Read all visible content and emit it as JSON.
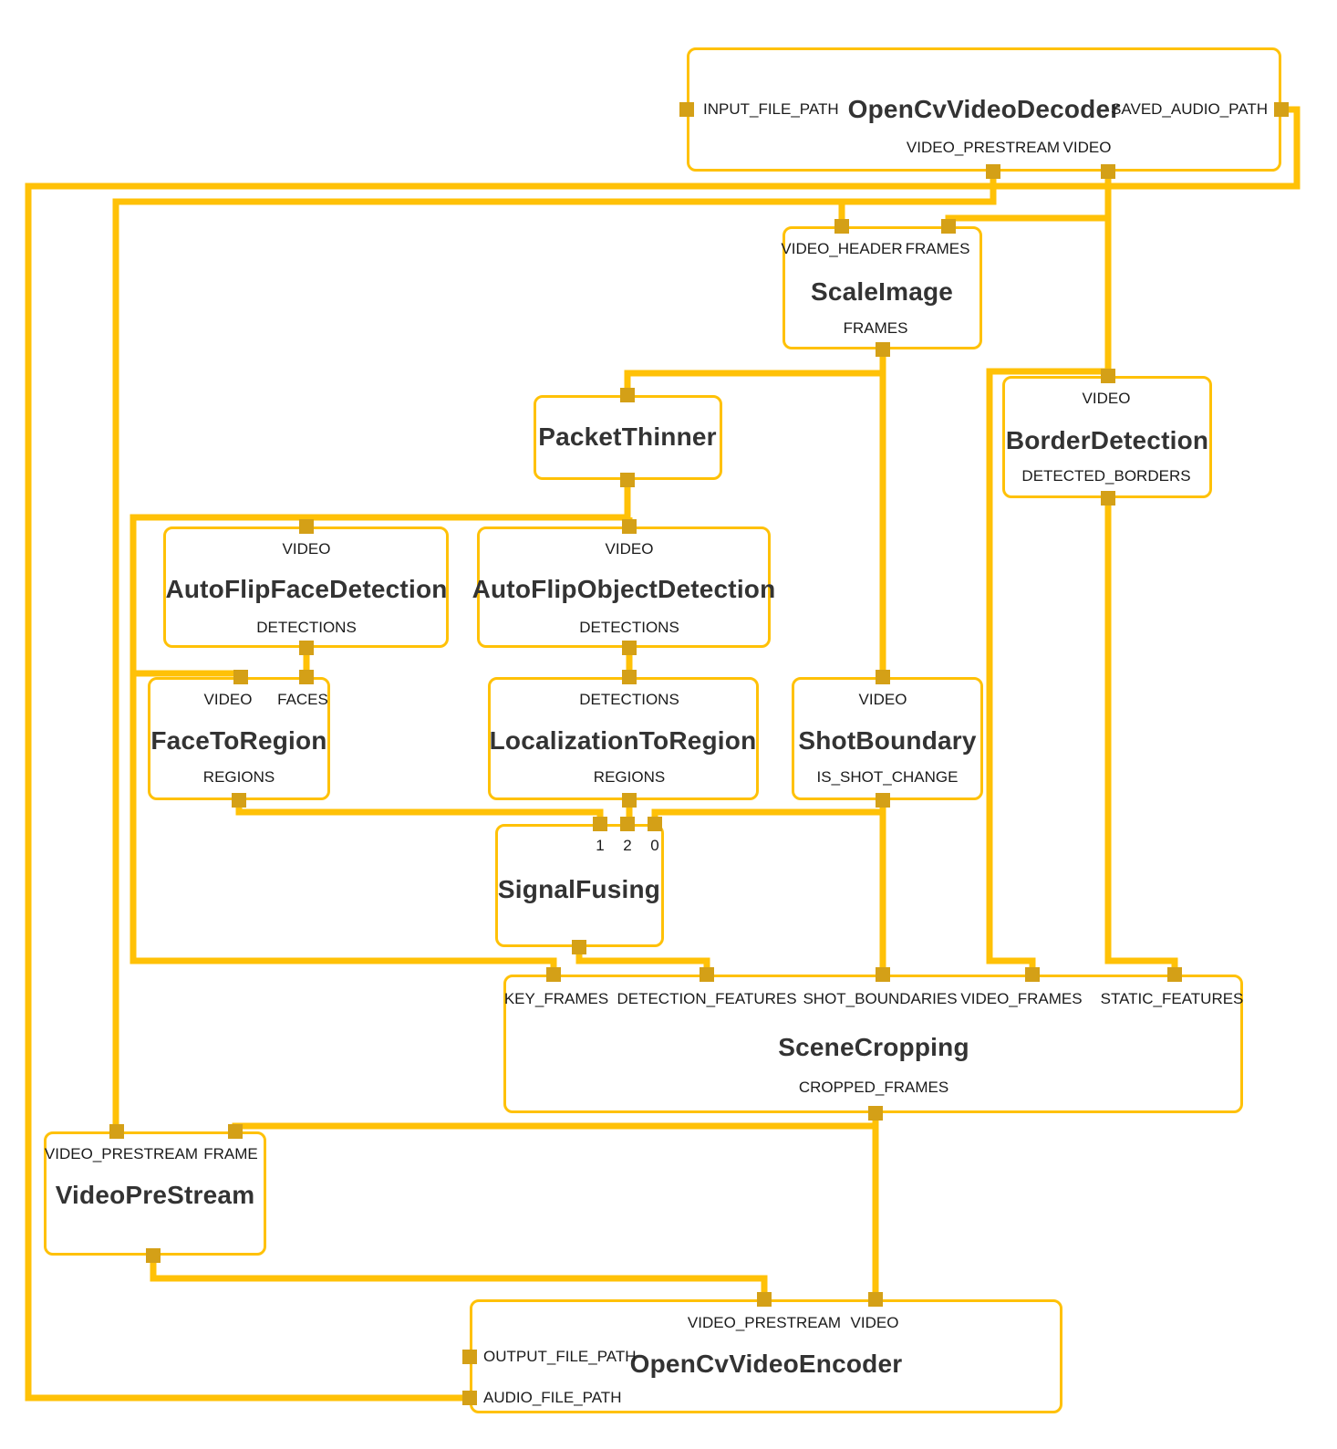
{
  "colors": {
    "edge": "#FFC107",
    "port": "#D4A017",
    "border": "#FFC107",
    "title": "#333333",
    "label": "#1b1b1b",
    "background": "#ffffff"
  },
  "graph": {
    "nodes": {
      "decoder": {
        "title": "OpenCvVideoDecoder",
        "ports": {
          "input_file_path": "INPUT_FILE_PATH",
          "saved_audio_path": "SAVED_AUDIO_PATH",
          "video_prestream": "VIDEO_PRESTREAM",
          "video": "VIDEO"
        }
      },
      "scale_image": {
        "title": "ScaleImage",
        "ports": {
          "video_header": "VIDEO_HEADER",
          "frames_in": "FRAMES",
          "frames_out": "FRAMES"
        }
      },
      "border_detection": {
        "title": "BorderDetection",
        "ports": {
          "video": "VIDEO",
          "detected_borders": "DETECTED_BORDERS"
        }
      },
      "packet_thinner": {
        "title": "PacketThinner",
        "ports": {}
      },
      "face_detection": {
        "title": "AutoFlipFaceDetection",
        "ports": {
          "video": "VIDEO",
          "detections": "DETECTIONS"
        }
      },
      "object_detection": {
        "title": "AutoFlipObjectDetection",
        "ports": {
          "video": "VIDEO",
          "detections": "DETECTIONS"
        }
      },
      "face_to_region": {
        "title": "FaceToRegion",
        "ports": {
          "video": "VIDEO",
          "faces": "FACES",
          "regions": "REGIONS"
        }
      },
      "localization_to_region": {
        "title": "LocalizationToRegion",
        "ports": {
          "detections": "DETECTIONS",
          "regions": "REGIONS"
        }
      },
      "shot_boundary": {
        "title": "ShotBoundary",
        "ports": {
          "video": "VIDEO",
          "is_shot_change": "IS_SHOT_CHANGE"
        }
      },
      "signal_fusing": {
        "title": "SignalFusing",
        "ports": {
          "in1": "1",
          "in2": "2",
          "in0": "0"
        }
      },
      "scene_cropping": {
        "title": "SceneCropping",
        "ports": {
          "key_frames": "KEY_FRAMES",
          "detection_features": "DETECTION_FEATURES",
          "shot_boundaries": "SHOT_BOUNDARIES",
          "video_frames": "VIDEO_FRAMES",
          "static_features": "STATIC_FEATURES",
          "cropped_frames": "CROPPED_FRAMES"
        }
      },
      "video_pre_stream": {
        "title": "VideoPreStream",
        "ports": {
          "video_prestream": "VIDEO_PRESTREAM",
          "frame": "FRAME"
        }
      },
      "encoder": {
        "title": "OpenCvVideoEncoder",
        "ports": {
          "video_prestream": "VIDEO_PRESTREAM",
          "video": "VIDEO",
          "output_file_path": "OUTPUT_FILE_PATH",
          "audio_file_path": "AUDIO_FILE_PATH"
        }
      }
    }
  }
}
